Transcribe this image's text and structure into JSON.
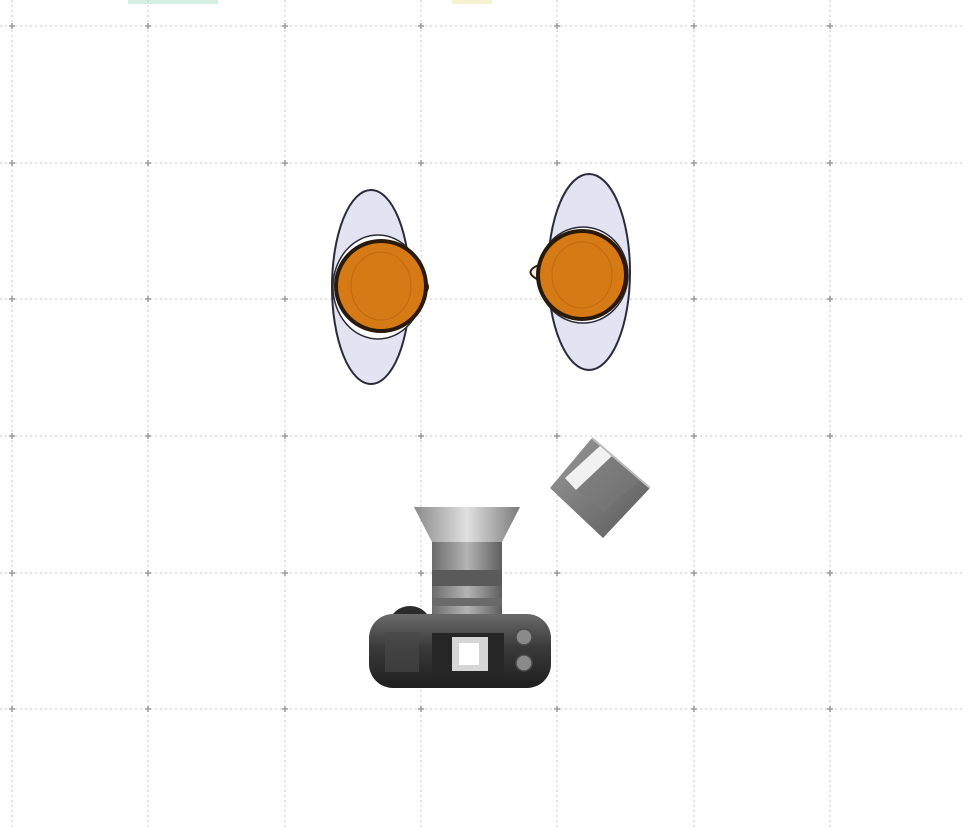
{
  "diagram": {
    "type": "lighting-setup",
    "grid": {
      "visible": true,
      "style": "dotted",
      "color": "#c8c8c8",
      "marker_color": "#9a9a9a"
    },
    "elements": [
      {
        "id": "light-left",
        "kind": "studio-light",
        "icon": "studio-light-icon",
        "facing": "right"
      },
      {
        "id": "light-right",
        "kind": "studio-light",
        "icon": "studio-light-icon",
        "facing": "left"
      },
      {
        "id": "reflector",
        "kind": "reflector",
        "icon": "reflector-icon"
      },
      {
        "id": "camera",
        "kind": "camera",
        "icon": "camera-icon",
        "facing": "up"
      }
    ]
  },
  "colors": {
    "light_body": "#d57a14",
    "light_outline": "#2a1a0a",
    "umbrella_fill": "#e3e3f2",
    "umbrella_outline": "#2b2b3a",
    "top_tab_1": "#d6efe3",
    "top_tab_2": "#f5f3cf"
  }
}
